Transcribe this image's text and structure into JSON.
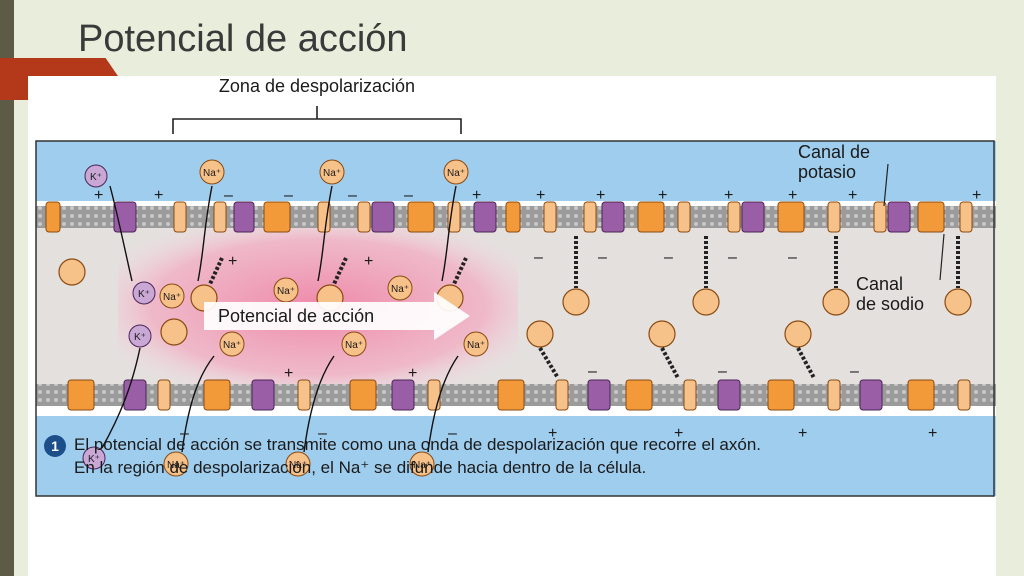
{
  "slide": {
    "title": "Potencial de acción"
  },
  "diagram": {
    "zone_label": "Zona de despolarización",
    "potassium_channel_label_line1": "Canal de",
    "potassium_channel_label_line2": "potasio",
    "sodium_channel_label_line1": "Canal",
    "sodium_channel_label_line2": "de sodio",
    "arrow_label": "Potencial de acción",
    "ion_k": "K⁺",
    "ion_na": "Na⁺",
    "plus": "+",
    "minus": "–"
  },
  "caption": {
    "badge": "1",
    "line1": "El potencial de acción se transmite como una onda de despolarización que recorre el axón.",
    "line2": "En la región de despolarización, el Na⁺ se difunde hacia dentro de la célula."
  },
  "colors": {
    "extracellular": "#9fcdee",
    "membrane": "#a8a8a8",
    "sodium_channel": "#f29a3a",
    "potassium_channel": "#9a5ea6",
    "depolarization_zone": "#f4a8c0",
    "accent": "#b4391b"
  }
}
